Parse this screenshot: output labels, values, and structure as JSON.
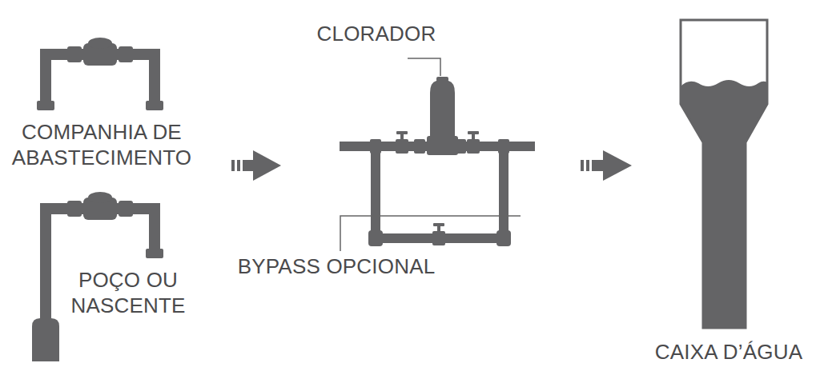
{
  "diagram": {
    "labels": [
      "CLORADOR",
      "COMPANHIA DE ABASTECIMENTO",
      "POÇO OU NASCENTE",
      "BYPASS OPCIONAL",
      "CAIXA D’ÁGUA"
    ]
  }
}
